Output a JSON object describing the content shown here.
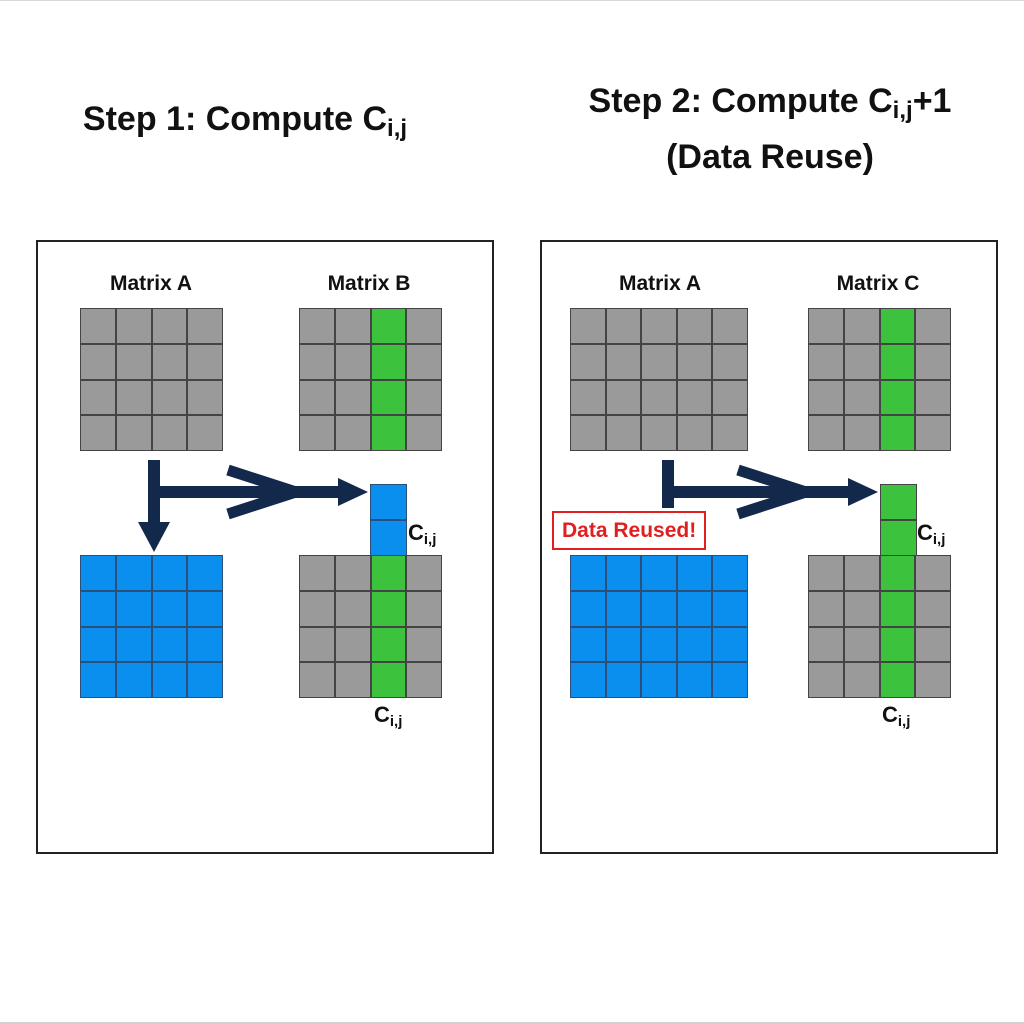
{
  "step1": {
    "title_main": "Step 1: Compute C",
    "title_sub": "i,j",
    "matrix_a_label": "Matrix A",
    "matrix_b_label": "Matrix B",
    "c_label_main": "C",
    "c_label_sub": "i,j",
    "c_label2_main": "C",
    "c_label2_sub": "i,j"
  },
  "step2": {
    "title_line1_main": "Step 2: Compute C",
    "title_line1_sub": "i,j",
    "title_line1_tail": "+1",
    "title_line2": "(Data Reuse)",
    "matrix_a_label": "Matrix A",
    "matrix_c_label": "Matrix C",
    "badge": "Data Reused!",
    "c_label_main": "C",
    "c_label_sub": "i,j",
    "c_label2_main": "C",
    "c_label2_sub": "i,j"
  },
  "colors": {
    "gray": "#9a9a9a",
    "green": "#3cc23c",
    "blue": "#0a8fef",
    "arrow": "#13294b",
    "badge": "#e02020"
  }
}
